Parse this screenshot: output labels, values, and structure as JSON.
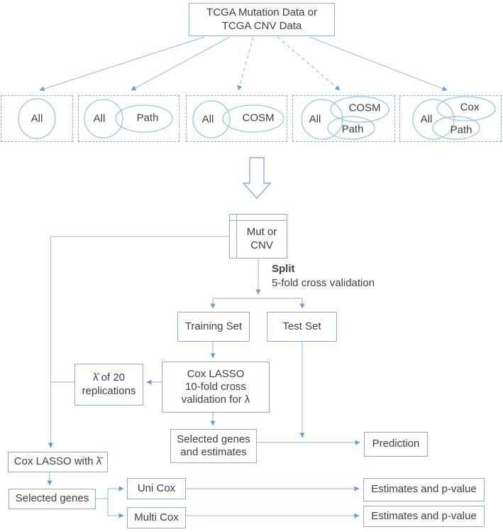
{
  "colors": {
    "box_border": "#8EAADB",
    "line": "#A3C2E8",
    "arrowhead": "#6C9BD8",
    "text": "#404040",
    "venn_stroke": "#9DC3E6"
  },
  "top_box": {
    "line1": "TCGA Mutation Data or",
    "line2": "TCGA CNV Data"
  },
  "venn_groups": [
    {
      "labels": [
        "All"
      ]
    },
    {
      "labels": [
        "All",
        "Path"
      ]
    },
    {
      "labels": [
        "All",
        "COSM"
      ]
    },
    {
      "labels": [
        "All",
        "COSM",
        "Path"
      ]
    },
    {
      "labels": [
        "All",
        "Cox",
        "Path"
      ]
    }
  ],
  "mut_box": {
    "line1": "Mut or",
    "line2": "CNV"
  },
  "split_label": {
    "title": "Split",
    "subtitle": "5-fold cross validation"
  },
  "boxes": {
    "training_set": "Training Set",
    "test_set": "Test Set",
    "lambda_replications": {
      "line1": "λ̄ of 20",
      "line2": "replications"
    },
    "cox_lasso_cv": {
      "line1": "Cox LASSO",
      "line2": "10-fold cross",
      "line3": "validation for λ"
    },
    "selected_genes_estimates": {
      "line1": "Selected genes",
      "line2": "and estimates"
    },
    "prediction": "Prediction",
    "cox_lasso_with_lambda": "Cox LASSO with λ̄",
    "selected_genes": "Selected genes",
    "uni_cox": "Uni Cox",
    "multi_cox": "Multi Cox",
    "estimates_pvalue_uni": "Estimates and p-value",
    "estimates_pvalue_multi": "Estimates and p-value"
  }
}
